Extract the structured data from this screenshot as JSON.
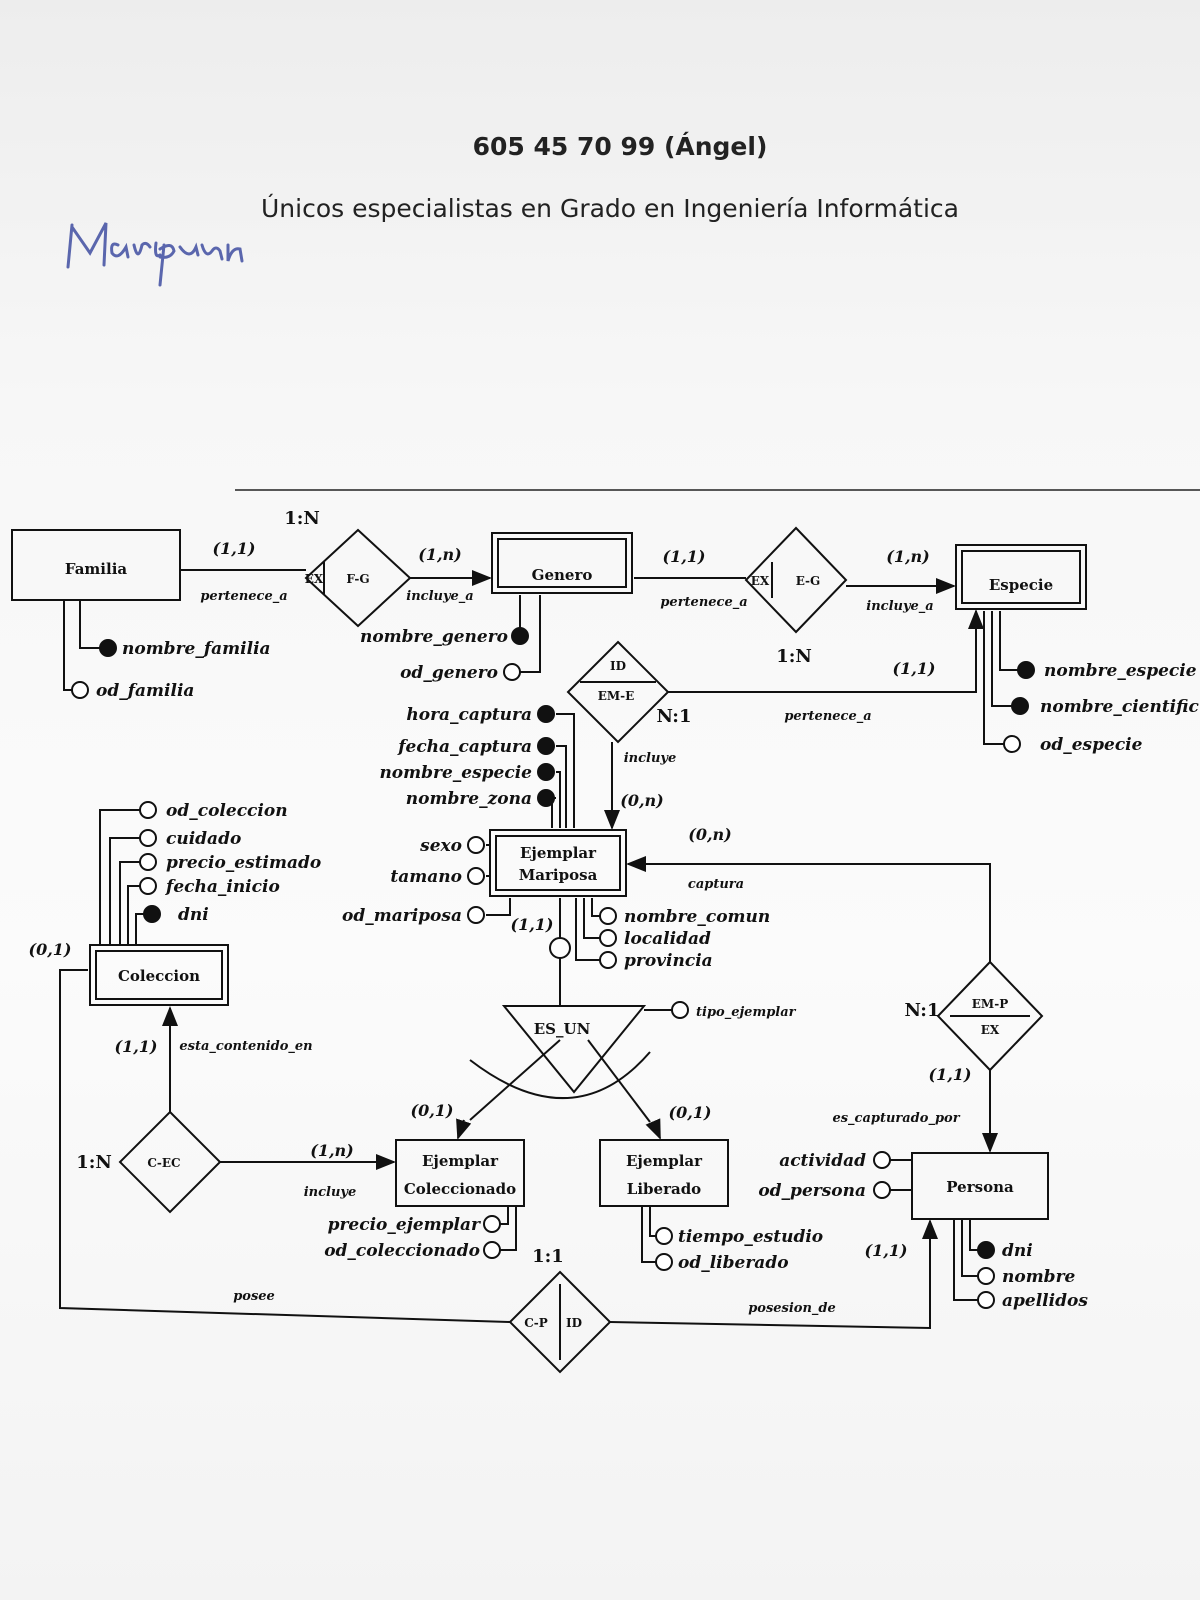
{
  "header": {
    "phone": "605 45 70 99 (Ángel)",
    "tagline": "Únicos especialistas en Grado en Ingeniería Informática",
    "handwritten_note": "Mariposa"
  },
  "entities": {
    "familia": "Familia",
    "genero": "Genero",
    "especie": "Especie",
    "ejemplar_mariposa": [
      "Ejemplar",
      "Mariposa"
    ],
    "coleccion": "Coleccion",
    "ejemplar_coleccionado": [
      "Ejemplar",
      "Coleccionado"
    ],
    "ejemplar_liberado": [
      "Ejemplar",
      "Liberado"
    ],
    "persona": "Persona"
  },
  "relationships": {
    "fg": [
      "EX",
      "F-G"
    ],
    "eg": [
      "EX",
      "E-G"
    ],
    "eme": [
      "ID",
      "EM-E"
    ],
    "emp": [
      "EM-P",
      "EX"
    ],
    "cec": "C-EC",
    "cp": [
      "C-P",
      "ID"
    ],
    "es_un": "ES_UN"
  },
  "ratios": {
    "fg": "1:N",
    "eg": "1:N",
    "eme": "N:1",
    "emp": "N:1",
    "cec": "1:N",
    "cp": "1:1"
  },
  "roles": {
    "familia_fg": "pertenece_a",
    "fg_genero": "incluye_a",
    "genero_eg": "pertenece_a",
    "eg_especie": "incluye_a",
    "especie_eme": "pertenece_a",
    "eme_ejemplar": "incluye",
    "ejemplar_emp": "captura",
    "emp_persona": "es_capturado_por",
    "coleccion_cec": "esta_contenido_en",
    "cec_coleccionado": "incluye",
    "coleccion_cp": "posee",
    "cp_persona": "posesion_de"
  },
  "cardinalities": {
    "familia_fg": "(1,1)",
    "fg_genero": "(1,n)",
    "genero_eg": "(1,1)",
    "eg_especie": "(1,n)",
    "especie_eme": "(1,1)",
    "eme_ejemplar": "(0,n)",
    "ejemplar_emp": "(0,n)",
    "emp_persona": "(1,1)",
    "ejemplar_es_un": "(1,1)",
    "es_un_coleccionado": "(0,1)",
    "es_un_liberado": "(0,1)",
    "coleccion_left": "(0,1)",
    "coleccion_cec": "(1,1)",
    "cec_coleccionado": "(1,n)",
    "cp_persona": "(1,1)"
  },
  "attributes": {
    "familia": [
      "nombre_familia",
      "od_familia"
    ],
    "genero": [
      "nombre_genero",
      "od_genero"
    ],
    "especie": [
      "nombre_especie",
      "nombre_cientific",
      "od_especie"
    ],
    "ejemplar_left_top": [
      "hora_captura",
      "fecha_captura",
      "nombre_especie",
      "nombre_zona"
    ],
    "ejemplar_left": [
      "sexo",
      "tamano",
      "od_mariposa"
    ],
    "ejemplar_bottom": [
      "nombre_comun",
      "localidad",
      "provincia"
    ],
    "coleccion": [
      "od_coleccion",
      "cuidado",
      "precio_estimado",
      "fecha_inicio",
      "dni"
    ],
    "es_un": "tipo_ejemplar",
    "coleccionado": [
      "precio_ejemplar",
      "od_coleccionado"
    ],
    "liberado": [
      "tiempo_estudio",
      "od_liberado"
    ],
    "persona_left": [
      "actividad",
      "od_persona"
    ],
    "persona_bottom": [
      "dni",
      "nombre",
      "apellidos"
    ]
  }
}
